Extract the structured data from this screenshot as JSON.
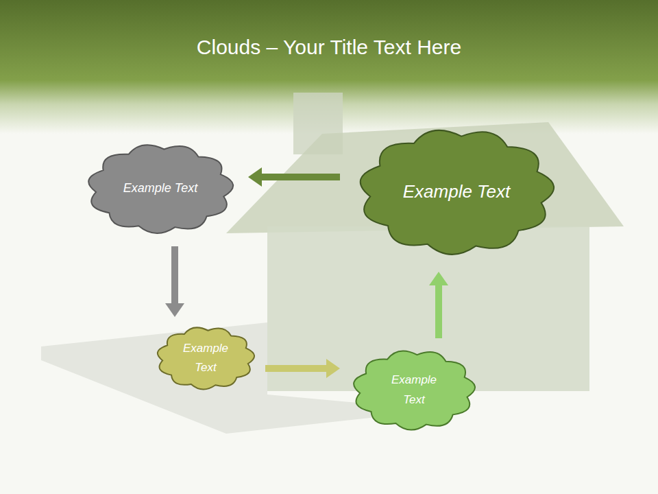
{
  "diagram": {
    "title": "Clouds – Your Title Text Here",
    "nodes": [
      {
        "text": [
          "Example Text"
        ]
      },
      {
        "text": [
          "Example Text"
        ]
      },
      {
        "text": [
          "Example Text"
        ]
      },
      {
        "text": [
          "Example Text"
        ]
      }
    ],
    "edges": [
      {
        "from": 0,
        "to": 2,
        "arrow": "to"
      },
      {
        "from": 2,
        "to": 3,
        "arrow": "to"
      },
      {
        "from": 3,
        "to": 1,
        "arrow": "to"
      },
      {
        "from": 1,
        "to": 0,
        "arrow": "to"
      }
    ]
  }
}
